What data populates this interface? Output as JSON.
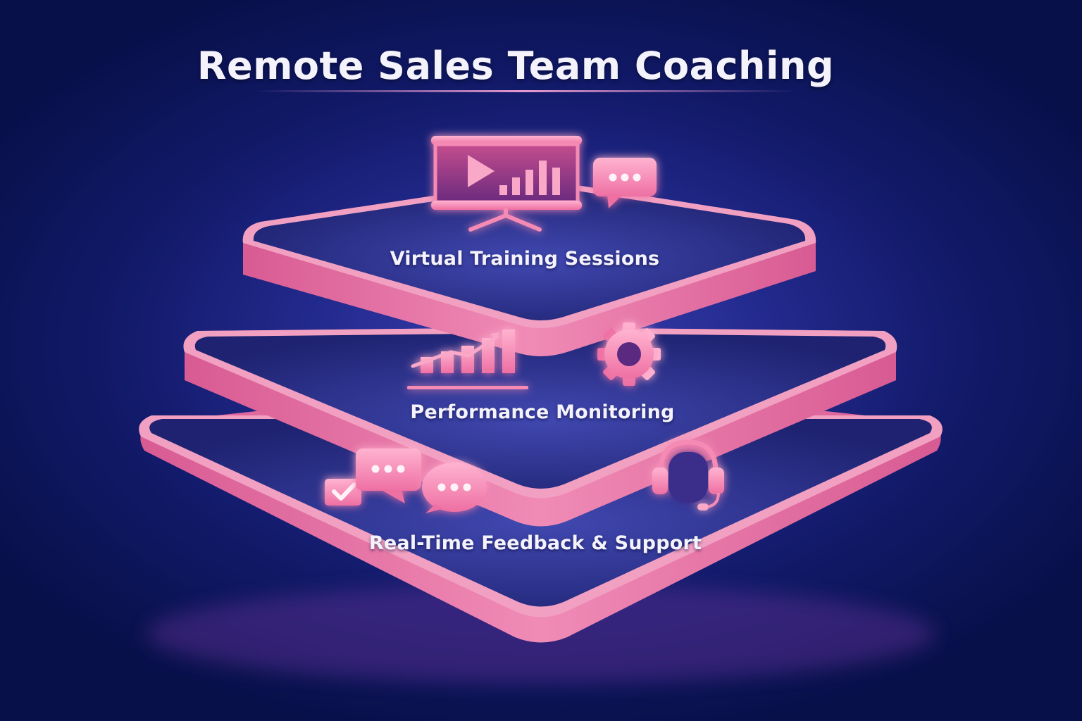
{
  "title": "Remote Sales Team Coaching",
  "colors": {
    "background_dark": "#08104a",
    "background_mid": "#232a8e",
    "platform_top": "#2a2f8a",
    "platform_edge": "#ea6fa2",
    "icon_pink": "#f58ab5",
    "text": "#f4f2fb"
  },
  "tiers": [
    {
      "level": 1,
      "label": "Virtual Training Sessions",
      "icons": [
        "presentation-screen-icon",
        "chat-bubble-icon"
      ]
    },
    {
      "level": 2,
      "label": "Performance Monitoring",
      "icons": [
        "growth-bar-chart-icon",
        "gear-icon"
      ]
    },
    {
      "level": 3,
      "label": "Real-Time Feedback & Support",
      "icons": [
        "checkbox-icon",
        "chat-bubble-icon",
        "speech-bubble-icon",
        "headset-icon"
      ]
    }
  ]
}
